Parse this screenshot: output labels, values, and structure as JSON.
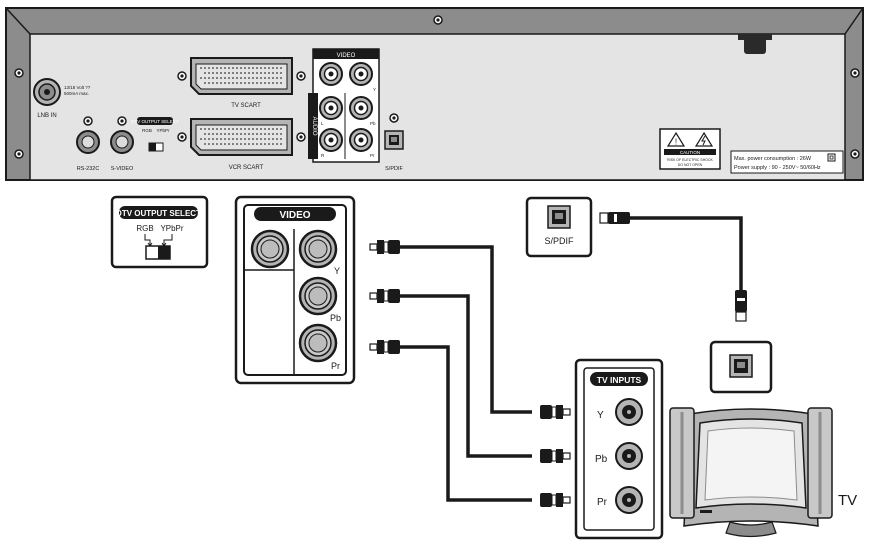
{
  "colors": {
    "panel_outer": "#8c8c8c",
    "panel_inner": "#dcdcdc",
    "line": "#1a1a1a",
    "label_bg": "#1a1a1a",
    "label_fg": "#ffffff",
    "jack_gray": "#b4b4b4"
  },
  "rear_panel": {
    "lnb_label": "LNB IN",
    "lnb_spec_1": "13/18 Volt ??",
    "lnb_spec_2": "500mA max.",
    "rs232_label": "RS-232C",
    "svideo_label": "S-VIDEO",
    "dtv_select_label": "DTV OUTPUT SELECT",
    "rgb_label": "RGB",
    "ypbpr_label": "YPbPr",
    "tv_scart_label": "TV SCART",
    "vcr_scart_label": "VCR SCART",
    "video_label": "VIDEO",
    "audio_label": "AUDIO",
    "y_label": "Y",
    "pb_label": "Pb",
    "pr_label": "Pr",
    "l_label": "L",
    "r_label": "R",
    "spdif_label": "S/PDIF",
    "caution_title": "CAUTION",
    "caution_line_1": "RISK OF ELECTRIC SHOCK",
    "caution_line_2": "DO NOT OPEN",
    "power_consumption": "Max. power consumption : 26W",
    "power_supply": "Power supply : 90 - 250V~ 50/60Hz"
  },
  "detail_dtv": {
    "title": "DTV OUTPUT SELECT",
    "rgb": "RGB",
    "ypbpr": "YPbPr"
  },
  "detail_video": {
    "title": "VIDEO",
    "y": "Y",
    "pb": "Pb",
    "pr": "Pr"
  },
  "detail_spdif": {
    "label": "S/PDIF"
  },
  "tv_inputs": {
    "title": "TV INPUTS",
    "y": "Y",
    "pb": "Pb",
    "pr": "Pr"
  },
  "tv_label": "TV"
}
